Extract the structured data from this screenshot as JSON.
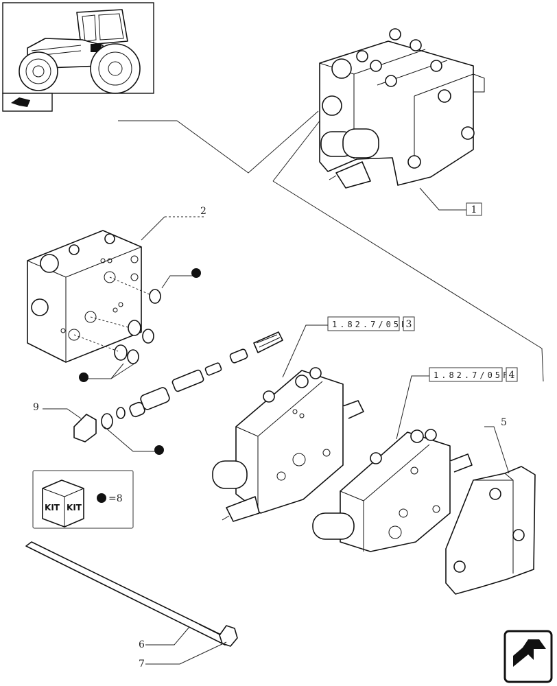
{
  "callouts": {
    "c1": "1",
    "c2": "2",
    "c3": "3",
    "c4": "4",
    "c5": "5",
    "c6": "6",
    "c7": "7",
    "c9": "9"
  },
  "references": {
    "r3": "1.82.7/05E",
    "r4": "1.82.7/05F"
  },
  "kit": {
    "label_left": "KIT",
    "label_right": "KIT",
    "legend": "=8"
  }
}
